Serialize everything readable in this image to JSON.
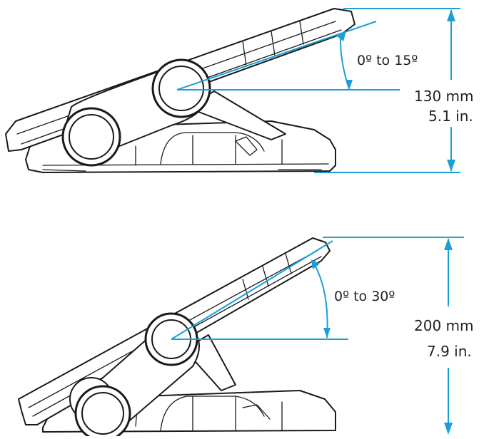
{
  "colors": {
    "line": "#1a1a1a",
    "body_fill": "#ffffff",
    "dimension": "#1b9fd6"
  },
  "diagrams": [
    {
      "angle_label": "0º to 15º",
      "height_metric": "130 mm",
      "height_imperial": "5.1 in."
    },
    {
      "angle_label": "0º to 30º",
      "height_metric": "200 mm",
      "height_imperial": "7.9 in."
    }
  ]
}
